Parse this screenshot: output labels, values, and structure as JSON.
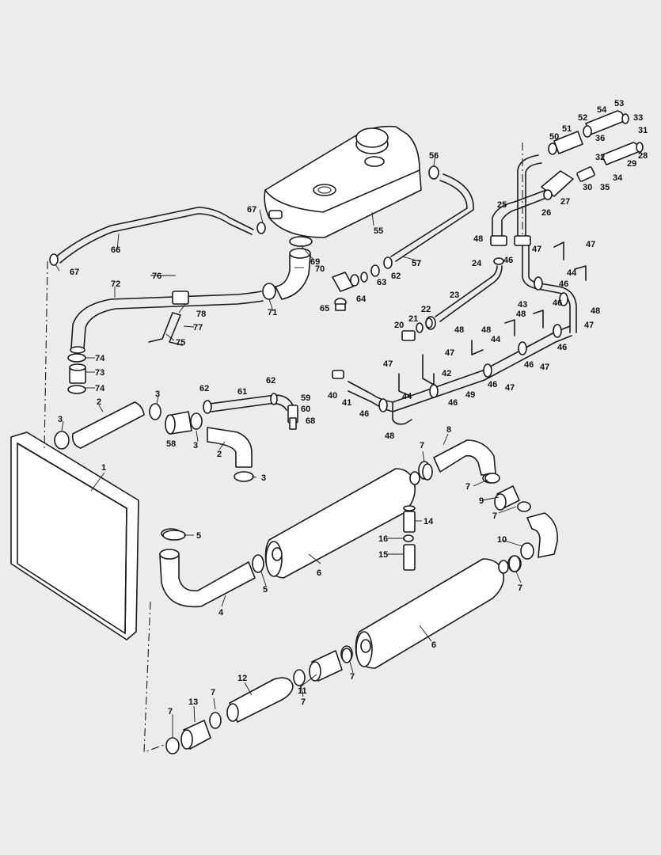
{
  "callouts": [
    {
      "id": "c1",
      "text": "1"
    },
    {
      "id": "c2a",
      "text": "2"
    },
    {
      "id": "c2b",
      "text": "2"
    },
    {
      "id": "c3a",
      "text": "3"
    },
    {
      "id": "c3b",
      "text": "3"
    },
    {
      "id": "c3c",
      "text": "3"
    },
    {
      "id": "c3d",
      "text": "3"
    },
    {
      "id": "c4",
      "text": "4"
    },
    {
      "id": "c5a",
      "text": "5"
    },
    {
      "id": "c5b",
      "text": "5"
    },
    {
      "id": "c6a",
      "text": "6"
    },
    {
      "id": "c6b",
      "text": "6"
    },
    {
      "id": "c7a",
      "text": "7"
    },
    {
      "id": "c7b",
      "text": "7"
    },
    {
      "id": "c7c",
      "text": "7"
    },
    {
      "id": "c7d",
      "text": "7"
    },
    {
      "id": "c7e",
      "text": "7"
    },
    {
      "id": "c7f",
      "text": "7"
    },
    {
      "id": "c7g",
      "text": "7"
    },
    {
      "id": "c7h",
      "text": "7"
    },
    {
      "id": "c8",
      "text": "8"
    },
    {
      "id": "c9",
      "text": "9"
    },
    {
      "id": "c10",
      "text": "10"
    },
    {
      "id": "c11",
      "text": "11"
    },
    {
      "id": "c12",
      "text": "12"
    },
    {
      "id": "c13",
      "text": "13"
    },
    {
      "id": "c14",
      "text": "14"
    },
    {
      "id": "c15",
      "text": "15"
    },
    {
      "id": "c16",
      "text": "16"
    },
    {
      "id": "c20",
      "text": "20"
    },
    {
      "id": "c21",
      "text": "21"
    },
    {
      "id": "c22",
      "text": "22"
    },
    {
      "id": "c23",
      "text": "23"
    },
    {
      "id": "c24",
      "text": "24"
    },
    {
      "id": "c25",
      "text": "25"
    },
    {
      "id": "c26",
      "text": "26"
    },
    {
      "id": "c27",
      "text": "27"
    },
    {
      "id": "c28",
      "text": "28"
    },
    {
      "id": "c29",
      "text": "29"
    },
    {
      "id": "c30",
      "text": "30"
    },
    {
      "id": "c31",
      "text": "31"
    },
    {
      "id": "c32",
      "text": "32"
    },
    {
      "id": "c33",
      "text": "33"
    },
    {
      "id": "c34",
      "text": "34"
    },
    {
      "id": "c35",
      "text": "35"
    },
    {
      "id": "c36",
      "text": "36"
    },
    {
      "id": "c40",
      "text": "40"
    },
    {
      "id": "c41",
      "text": "41"
    },
    {
      "id": "c42",
      "text": "42"
    },
    {
      "id": "c43",
      "text": "43"
    },
    {
      "id": "c44a",
      "text": "44"
    },
    {
      "id": "c44b",
      "text": "44"
    },
    {
      "id": "c44c",
      "text": "44"
    },
    {
      "id": "c46a",
      "text": "46"
    },
    {
      "id": "c46b",
      "text": "46"
    },
    {
      "id": "c46c",
      "text": "46"
    },
    {
      "id": "c46d",
      "text": "46"
    },
    {
      "id": "c46e",
      "text": "46"
    },
    {
      "id": "c46f",
      "text": "46"
    },
    {
      "id": "c46g",
      "text": "46"
    },
    {
      "id": "c46h",
      "text": "46"
    },
    {
      "id": "c47a",
      "text": "47"
    },
    {
      "id": "c47b",
      "text": "47"
    },
    {
      "id": "c47c",
      "text": "47"
    },
    {
      "id": "c47d",
      "text": "47"
    },
    {
      "id": "c47e",
      "text": "47"
    },
    {
      "id": "c47f",
      "text": "47"
    },
    {
      "id": "c47g",
      "text": "47"
    },
    {
      "id": "c48a",
      "text": "48"
    },
    {
      "id": "c48b",
      "text": "48"
    },
    {
      "id": "c48c",
      "text": "48"
    },
    {
      "id": "c48d",
      "text": "48"
    },
    {
      "id": "c48e",
      "text": "48"
    },
    {
      "id": "c48f",
      "text": "48"
    },
    {
      "id": "c49",
      "text": "49"
    },
    {
      "id": "c50",
      "text": "50"
    },
    {
      "id": "c51",
      "text": "51"
    },
    {
      "id": "c52",
      "text": "52"
    },
    {
      "id": "c53",
      "text": "53"
    },
    {
      "id": "c54",
      "text": "54"
    },
    {
      "id": "c55",
      "text": "55"
    },
    {
      "id": "c56",
      "text": "56"
    },
    {
      "id": "c57",
      "text": "57"
    },
    {
      "id": "c58",
      "text": "58"
    },
    {
      "id": "c59",
      "text": "59"
    },
    {
      "id": "c60",
      "text": "60"
    },
    {
      "id": "c61",
      "text": "61"
    },
    {
      "id": "c62a",
      "text": "62"
    },
    {
      "id": "c62b",
      "text": "62"
    },
    {
      "id": "c62c",
      "text": "62"
    },
    {
      "id": "c63",
      "text": "63"
    },
    {
      "id": "c64",
      "text": "64"
    },
    {
      "id": "c65",
      "text": "65"
    },
    {
      "id": "c66",
      "text": "66"
    },
    {
      "id": "c67a",
      "text": "67"
    },
    {
      "id": "c67b",
      "text": "67"
    },
    {
      "id": "c68",
      "text": "68"
    },
    {
      "id": "c69",
      "text": "69"
    },
    {
      "id": "c70",
      "text": "70"
    },
    {
      "id": "c71",
      "text": "71"
    },
    {
      "id": "c72",
      "text": "72"
    },
    {
      "id": "c73",
      "text": "73"
    },
    {
      "id": "c74a",
      "text": "74"
    },
    {
      "id": "c74b",
      "text": "74"
    },
    {
      "id": "c75",
      "text": "75"
    },
    {
      "id": "c76",
      "text": "76"
    },
    {
      "id": "c77",
      "text": "77"
    },
    {
      "id": "c78",
      "text": "78"
    }
  ],
  "colors": {
    "background": "#ececec",
    "ink": "#1a1a1a",
    "part_fill": "#ffffff"
  }
}
